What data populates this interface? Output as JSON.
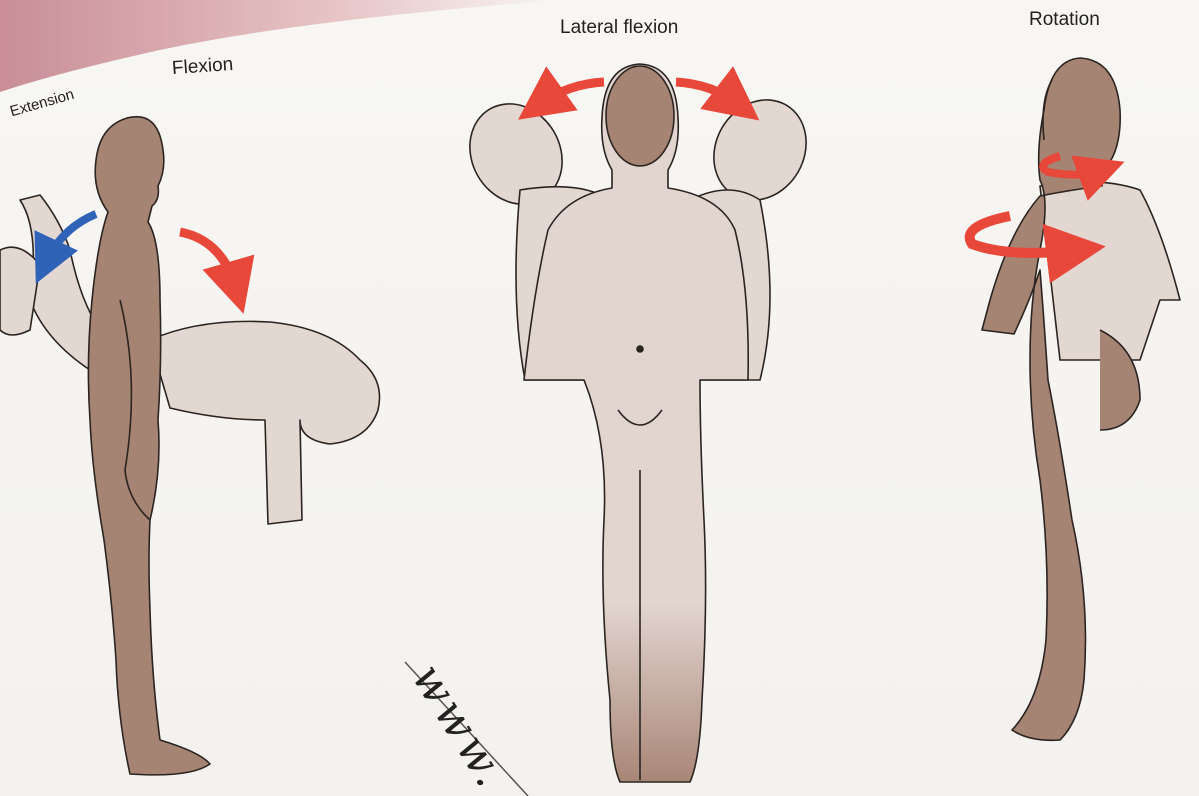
{
  "labels": {
    "flexion": "Flexion",
    "extension": "Extension",
    "lateral_flexion": "Lateral flexion",
    "rotation": "Rotation"
  },
  "watermark": "www.",
  "colors": {
    "skin_dark": "#a68473",
    "skin_light": "#e3d7d2",
    "arrow_red": "#e8483a",
    "arrow_blue": "#2f63b8",
    "banner_pink": "#d8a7ac",
    "outline": "#2b2421"
  }
}
